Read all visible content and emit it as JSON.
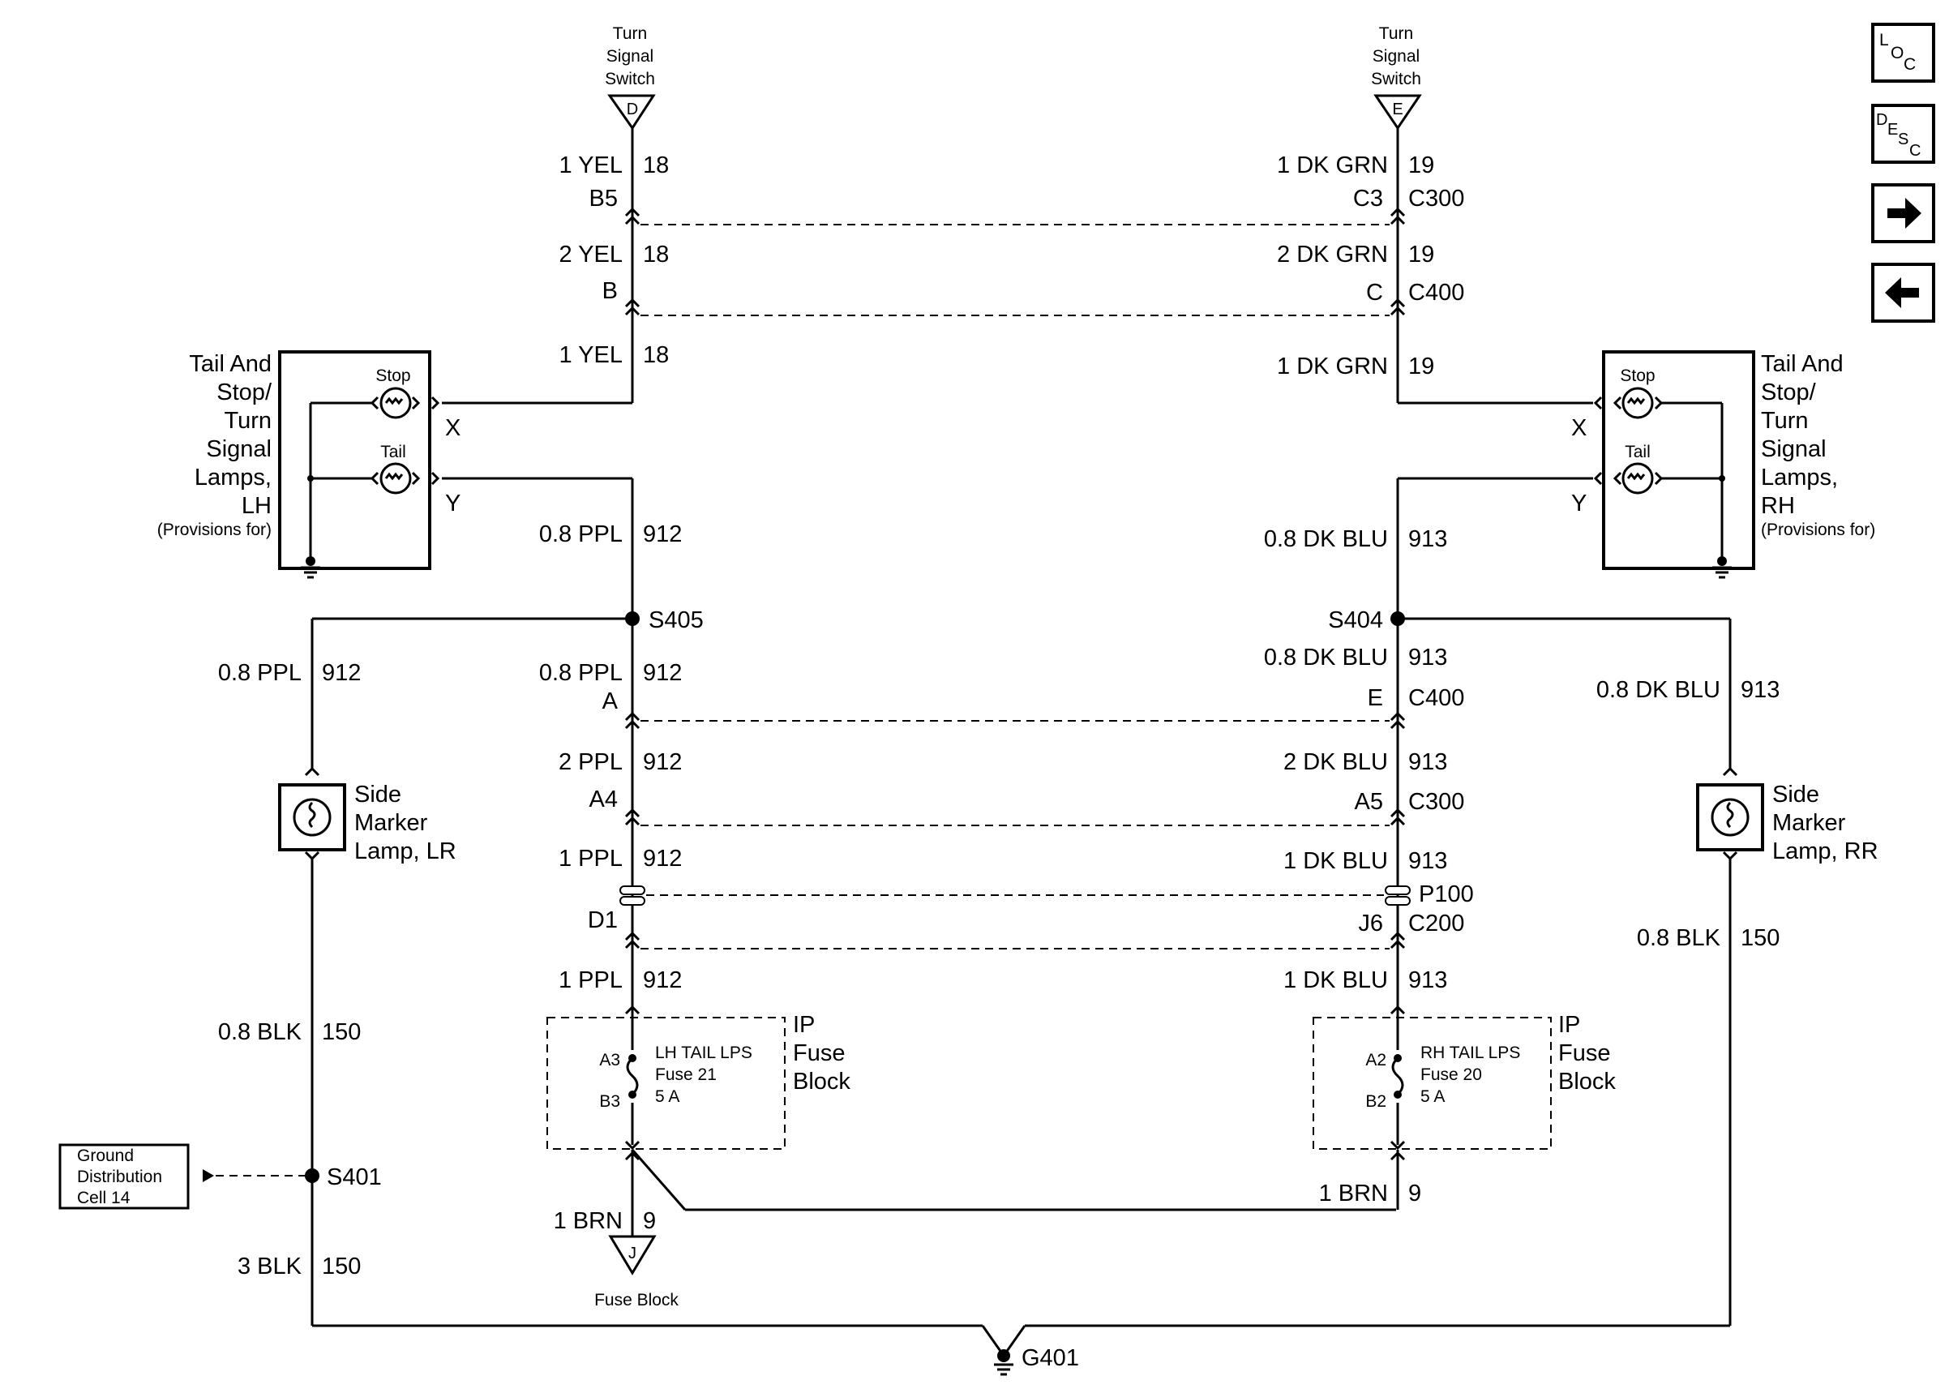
{
  "top_left_connector": {
    "label_line1": "Turn",
    "label_line2": "Signal",
    "label_line3": "Switch",
    "pin": "D"
  },
  "top_right_connector": {
    "label_line1": "Turn",
    "label_line2": "Signal",
    "label_line3": "Switch",
    "pin": "E"
  },
  "nav": {
    "loc": "LOC",
    "desc": "DESC",
    "forward": "→",
    "back": "←"
  },
  "left_circuit": {
    "w1_color": "1 YEL",
    "w1_num": "18",
    "pin_b5": "B5",
    "w2_color": "2 YEL",
    "w2_num": "18",
    "pin_b": "B",
    "w3_color": "1 YEL",
    "w3_num": "18",
    "w4_color": "0.8 PPL",
    "w4_num": "912",
    "splice": "S405",
    "w5_color": "0.8 PPL",
    "w5_num": "912",
    "pin_a": "A",
    "w6_color": "2 PPL",
    "w6_num": "912",
    "pin_a4": "A4",
    "w7_color": "1 PPL",
    "w7_num": "912",
    "pin_d1": "D1",
    "w8_color": "1 PPL",
    "w8_num": "912",
    "branch_color": "0.8 PPL",
    "branch_num": "912",
    "ground_color": "0.8 BLK",
    "ground_num": "150",
    "splice_ground": "S401",
    "g2_color": "3 BLK",
    "g2_num": "150",
    "fuse_feed_color": "1 BRN",
    "fuse_feed_num": "9",
    "fuse_block_pin": "J",
    "fuse_block_label": "Fuse Block"
  },
  "right_circuit": {
    "w1_color": "1 DK GRN",
    "w1_num": "19",
    "pin_c3": "C3",
    "conn_c300": "C300",
    "w2_color": "2 DK GRN",
    "w2_num": "19",
    "pin_c": "C",
    "conn_c400": "C400",
    "w3_color": "1 DK GRN",
    "w3_num": "19",
    "w4_color": "0.8 DK BLU",
    "w4_num": "913",
    "splice": "S404",
    "w5_color": "0.8 DK BLU",
    "w5_num": "913",
    "pin_e": "E",
    "conn_c400b": "C400",
    "w6_color": "2 DK BLU",
    "w6_num": "913",
    "pin_a5": "A5",
    "conn_c300b": "C300",
    "w7_color": "1 DK BLU",
    "w7_num": "913",
    "pass": "P100",
    "pin_j6": "J6",
    "conn_c200": "C200",
    "w8_color": "1 DK BLU",
    "w8_num": "913",
    "branch_color": "0.8 DK BLU",
    "branch_num": "913",
    "ground_color": "0.8 BLK",
    "ground_num": "150",
    "fuse_feed_color": "1 BRN",
    "fuse_feed_num": "9"
  },
  "lamp_lh": {
    "t1": "Tail And",
    "t2": "Stop/",
    "t3": "Turn",
    "t4": "Signal",
    "t5": "Lamps,",
    "t6": "LH",
    "t7": "(Provisions for)",
    "stop": "Stop",
    "tail": "Tail",
    "pin_x": "X",
    "pin_y": "Y"
  },
  "lamp_rh": {
    "t1": "Tail And",
    "t2": "Stop/",
    "t3": "Turn",
    "t4": "Signal",
    "t5": "Lamps,",
    "t6": "RH",
    "t7": "(Provisions for)",
    "stop": "Stop",
    "tail": "Tail",
    "pin_x": "X",
    "pin_y": "Y"
  },
  "marker_lr": {
    "l1": "Side",
    "l2": "Marker",
    "l3": "Lamp, LR"
  },
  "marker_rr": {
    "l1": "Side",
    "l2": "Marker",
    "l3": "Lamp, RR"
  },
  "fuse_lh": {
    "pin_in": "A3",
    "pin_out": "B3",
    "l1": "LH TAIL LPS",
    "l2": "Fuse 21",
    "l3": "5 A",
    "b1": "IP",
    "b2": "Fuse",
    "b3": "Block"
  },
  "fuse_rh": {
    "pin_in": "A2",
    "pin_out": "B2",
    "l1": "RH TAIL LPS",
    "l2": "Fuse 20",
    "l3": "5 A",
    "b1": "IP",
    "b2": "Fuse",
    "b3": "Block"
  },
  "ground_ref": {
    "l1": "Ground",
    "l2": "Distribution",
    "l3": "Cell 14"
  },
  "ground_main": "G401"
}
